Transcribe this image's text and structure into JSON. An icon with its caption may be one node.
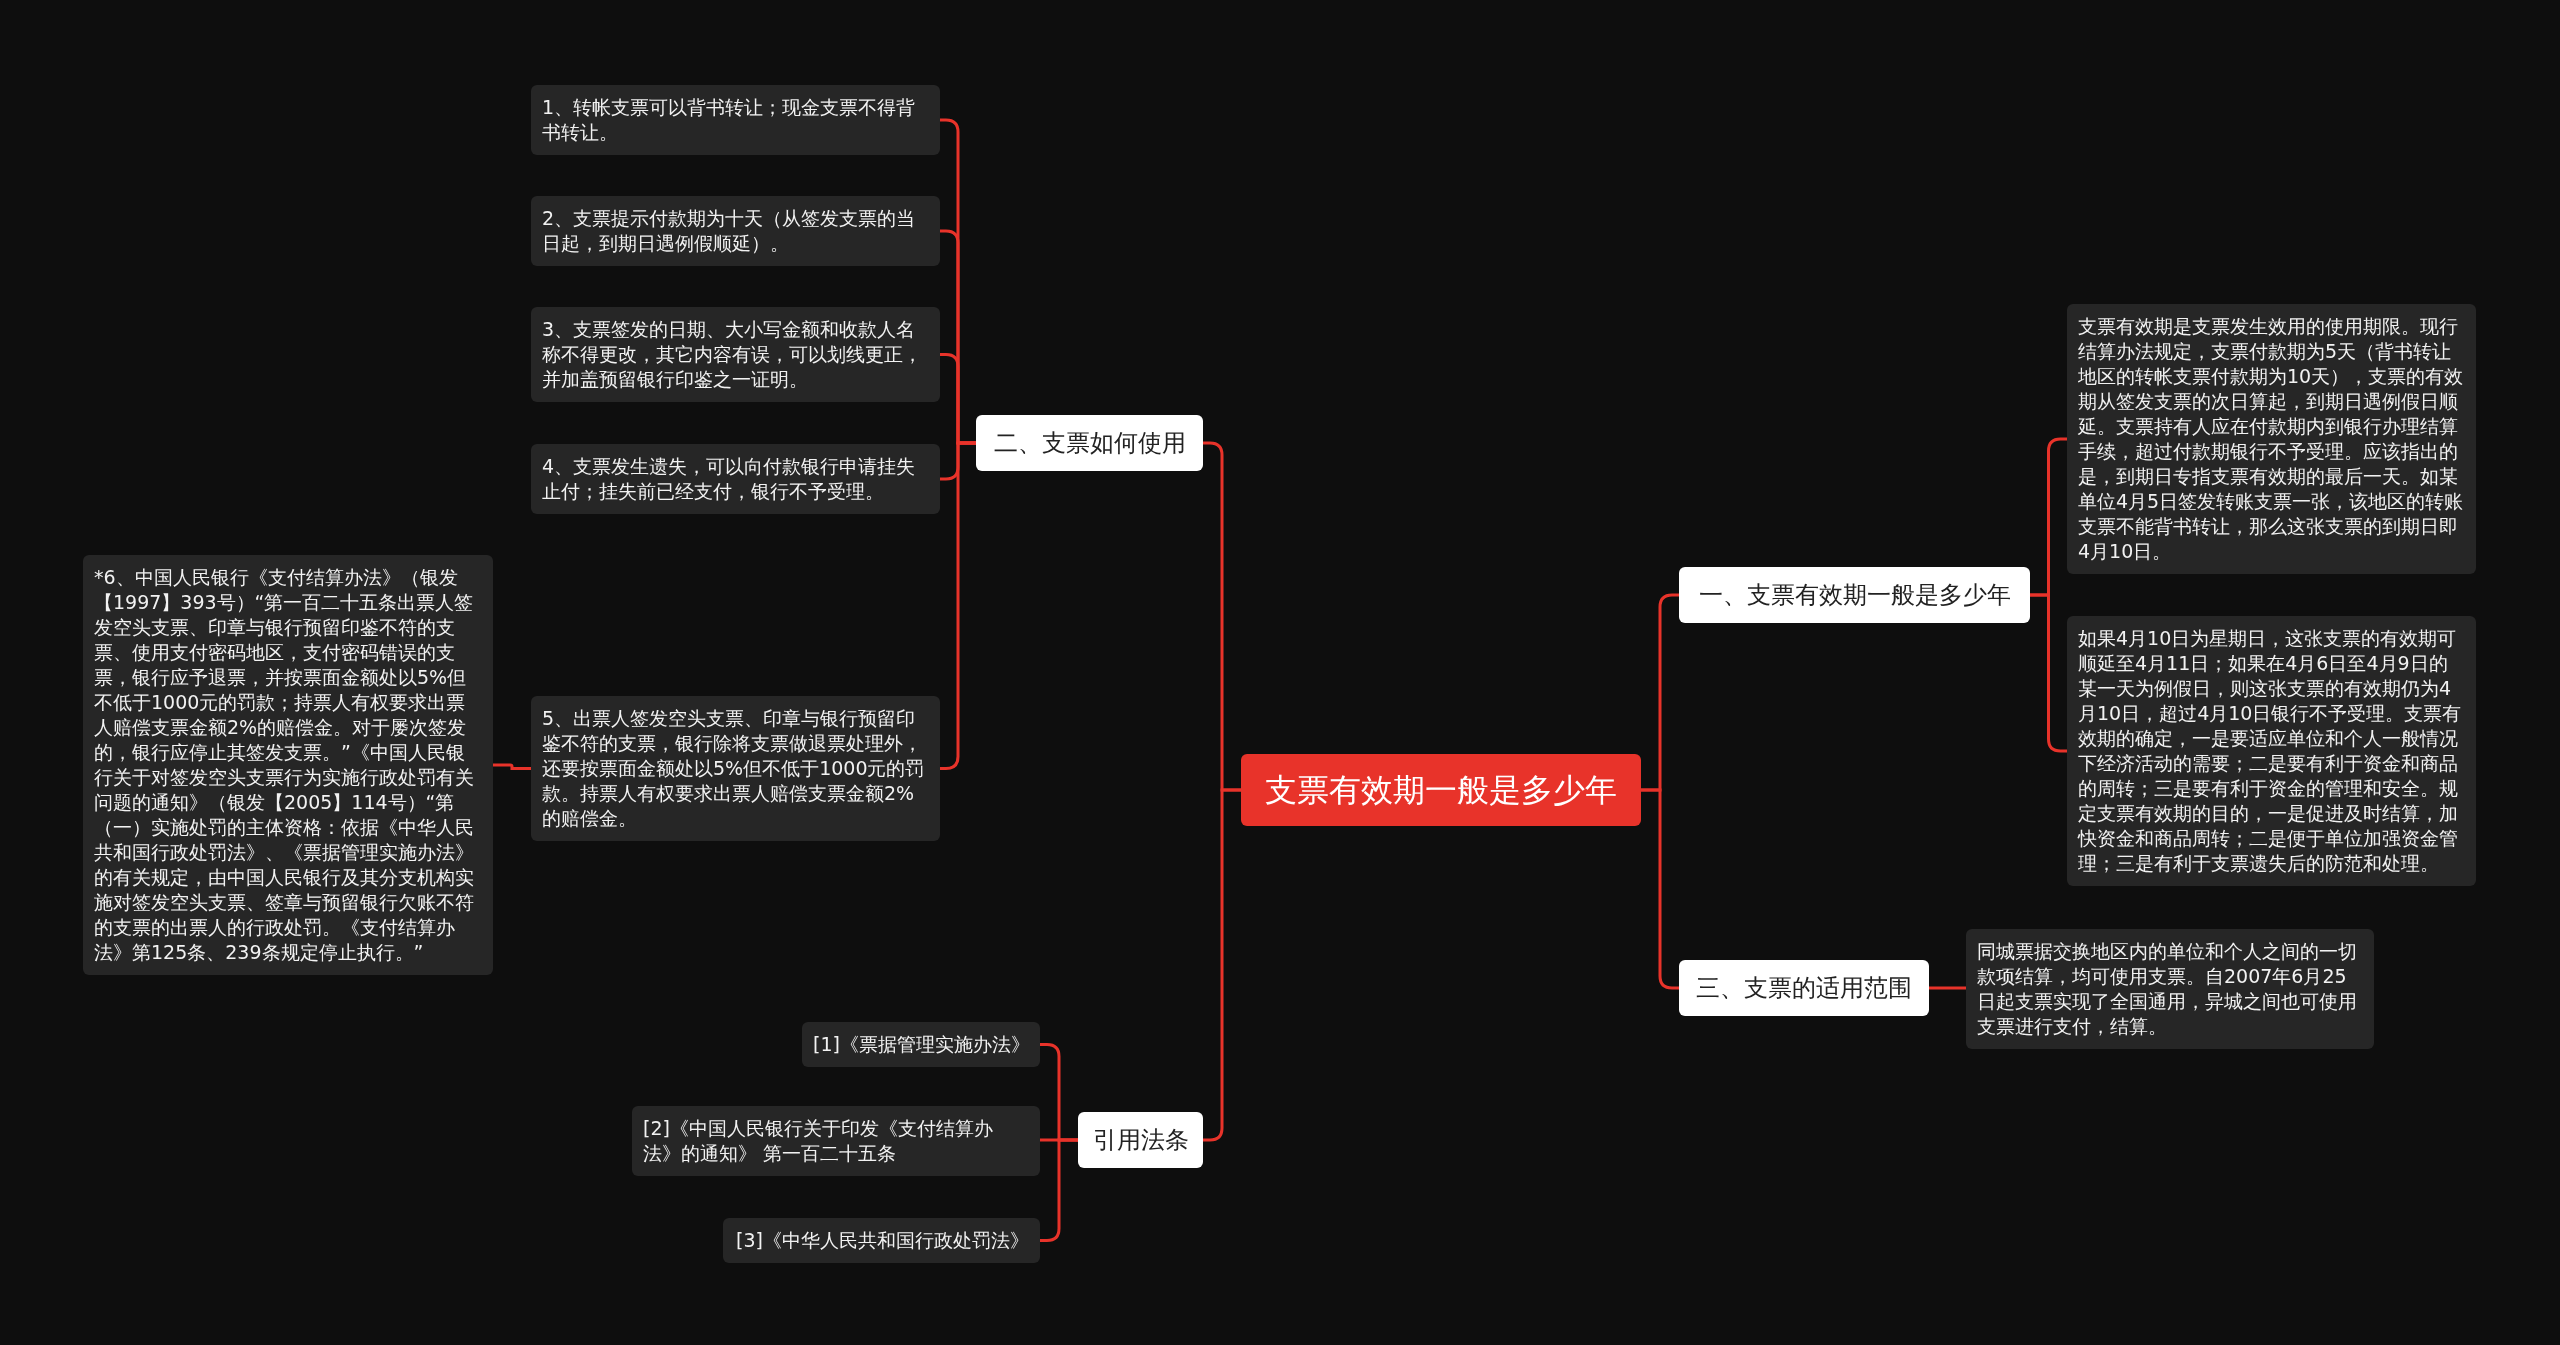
{
  "diagram": {
    "nodes": [
      {
        "text": [
          "支票有效期一般是多少年"
        ]
      },
      {
        "text": [
          "二、支票如何使用"
        ]
      },
      {
        "text": [
          "1、转帐支票可以背书转让；现金支票不得背书转让。"
        ]
      },
      {
        "text": [
          "2、支票提示付款期为十天（从签发支票的当日起，到期日遇例假顺延）。"
        ]
      },
      {
        "text": [
          "3、支票签发的日期、大小写金额和收款人名称不得更改，其它内容有误，可以划线更正，并加盖预留银行印鉴之一证明。"
        ]
      },
      {
        "text": [
          "4、支票发生遗失，可以向付款银行申请挂失止付；挂失前已经支付，银行不予受理。"
        ]
      },
      {
        "text": [
          "5、出票人签发空头支票、印章与银行预留印鉴不符的支票，银行除将支票做退票处理外，还要按票面金额处以5%但不低于1000元的罚款。持票人有权要求出票人赔偿支票金额2%的赔偿金。"
        ]
      },
      {
        "text": [
          "*6、中国人民银行《支付结算办法》（银发【1997】393号）“第一百二十五条出票人签发空头支票、印章与银行预留印鉴不符的支票、使用支付密码地区，支付密码错误的支票，银行应予退票，并按票面金额处以5%但不低于1000元的罚款；持票人有权要求出票人赔偿支票金额2%的赔偿金。对于屡次签发的，银行应停止其签发支票。”《中国人民银行关于对签发空头支票行为实施行政处罚有关问题的通知》（银发【2005】114号）“第（一）实施处罚的主体资格：依据《中华人民共和国行政处罚法》、《票据管理实施办法》的有关规定，由中国人民银行及其分支机构实施对签发空头支票、签章与预留银行欠账不符的支票的出票人的行政处罚。《支付结算办法》第125条、239条规定停止执行。”"
        ]
      },
      {
        "text": [
          "引用法条"
        ]
      },
      {
        "text": [
          "[1]《票据管理实施办法》"
        ]
      },
      {
        "text": [
          "[2]《中国人民银行关于印发《支付结算办法》的通知》 第一百二十五条"
        ]
      },
      {
        "text": [
          "[3]《中华人民共和国行政处罚法》"
        ]
      },
      {
        "text": [
          "一、支票有效期一般是多少年"
        ]
      },
      {
        "text": [
          "支票有效期是支票发生效用的使用期限。现行结算办法规定，支票付款期为5天（背书转让地区的转帐支票付款期为10天），支票的有效期从签发支票的次日算起，到期日遇例假日顺延。支票持有人应在付款期内到银行办理结算手续，超过付款期银行不予受理。应该指出的是，到期日专指支票有效期的最后一天。如某单位4月5日签发转账支票一张，该地区的转账支票不能背书转让，那么这张支票的到期日即4月10日。"
        ]
      },
      {
        "text": [
          "如果4月10日为星期日，这张支票的有效期可顺延至4月11日；如果在4月6日至4月9日的某一天为例假日，则这张支票的有效期仍为4月10日，超过4月10日银行不予受理。支票有效期的确定，一是要适应单位和个人一般情况下经济活动的需要；二是要有利于资金和商品的周转；三是要有利于资金的管理和安全。规定支票有效期的目的，一是促进及时结算，加快资金和商品周转；二是便于单位加强资金管理；三是有利于支票遗失后的防范和处理。"
        ]
      },
      {
        "text": [
          "三、支票的适用范围"
        ]
      },
      {
        "text": [
          "同城票据交换地区内的单位和个人之间的一切款项结算，均可使用支票。自2007年6月25日起支票实现了全国通用，异城之间也可使用支票进行支付，结算。"
        ]
      }
    ],
    "edges": [
      {
        "from": 0,
        "to": 1,
        "arrow": "none"
      },
      {
        "from": 1,
        "to": 2,
        "arrow": "none"
      },
      {
        "from": 1,
        "to": 3,
        "arrow": "none"
      },
      {
        "from": 1,
        "to": 4,
        "arrow": "none"
      },
      {
        "from": 1,
        "to": 5,
        "arrow": "none"
      },
      {
        "from": 1,
        "to": 6,
        "arrow": "none"
      },
      {
        "from": 6,
        "to": 7,
        "arrow": "none"
      },
      {
        "from": 0,
        "to": 8,
        "arrow": "none"
      },
      {
        "from": 8,
        "to": 9,
        "arrow": "none"
      },
      {
        "from": 8,
        "to": 10,
        "arrow": "none"
      },
      {
        "from": 8,
        "to": 11,
        "arrow": "none"
      },
      {
        "from": 0,
        "to": 12,
        "arrow": "none"
      },
      {
        "from": 12,
        "to": 13,
        "arrow": "none"
      },
      {
        "from": 12,
        "to": 14,
        "arrow": "none"
      },
      {
        "from": 0,
        "to": 15,
        "arrow": "none"
      },
      {
        "from": 15,
        "to": 16,
        "arrow": "none"
      }
    ]
  }
}
